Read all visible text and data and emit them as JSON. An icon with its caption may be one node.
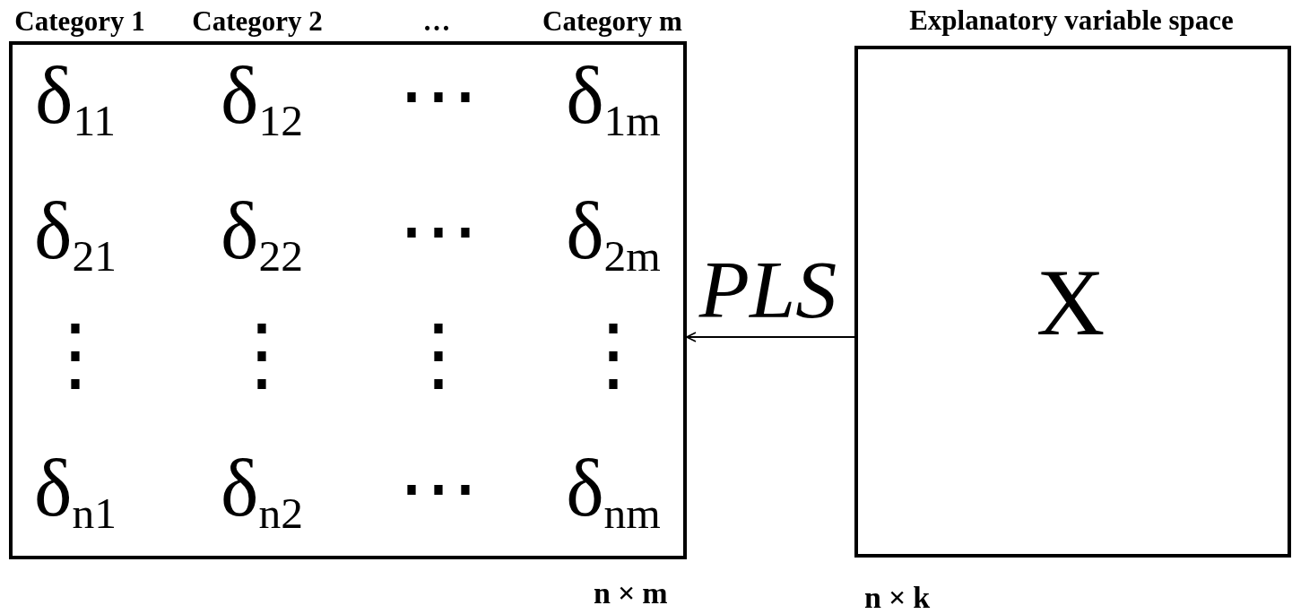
{
  "diagram": {
    "nodes": [
      {
        "text": [
          "Category 1",
          "Category 2",
          "…",
          "Category m",
          "δ$_{11}$",
          "δ$_{12}$",
          "⋯",
          "δ$_{1m}$",
          "δ$_{21}$",
          "δ$_{22}$",
          "⋯",
          "δ$_{2m}$",
          "⋮",
          "⋮",
          "⋮",
          "⋮",
          "δ$_{n1}$",
          "δ$_{n2}$",
          "⋯",
          "δ$_{nm}$"
        ],
        "beside": [
          "n×m"
        ]
      },
      {
        "text": [
          "Explanatory variable space",
          "X"
        ],
        "beside": [
          "n×k"
        ]
      }
    ],
    "edges": [
      {
        "from": 1,
        "to": 0,
        "arrow": "to",
        "label": "PLS"
      }
    ]
  }
}
